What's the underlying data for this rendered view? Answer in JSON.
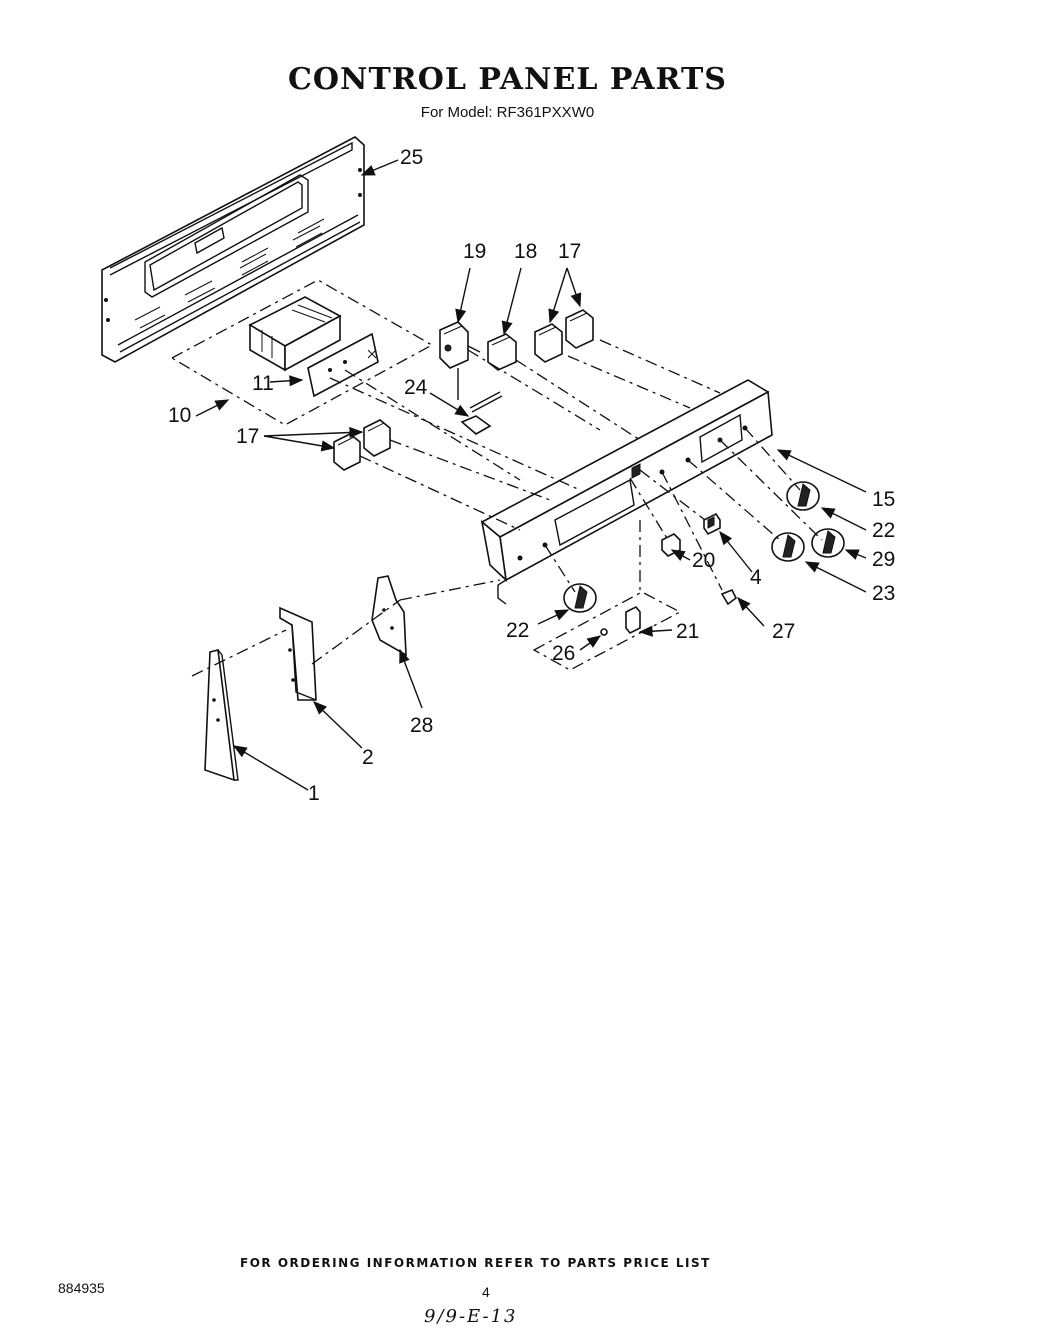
{
  "header": {
    "title": "CONTROL PANEL PARTS",
    "subtitle": "For Model: RF361PXXW0"
  },
  "callouts": {
    "c25": "25",
    "c19": "19",
    "c18": "18",
    "c17a": "17",
    "c11": "11",
    "c24": "24",
    "c10": "10",
    "c17b": "17",
    "c15": "15",
    "c22a": "22",
    "c29": "29",
    "c20": "20",
    "c4": "4",
    "c23": "23",
    "c22b": "22",
    "c27": "27",
    "c21": "21",
    "c26": "26",
    "c28": "28",
    "c2": "2",
    "c1": "1"
  },
  "footer": {
    "note": "FOR ORDERING INFORMATION REFER TO PARTS PRICE LIST",
    "doc_number": "884935",
    "page_number": "4",
    "handwritten": "9/9-E-13"
  }
}
